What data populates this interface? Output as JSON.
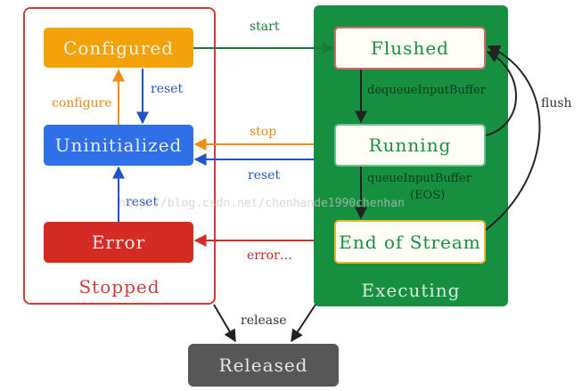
{
  "panels": {
    "stopped": "Stopped",
    "executing": "Executing"
  },
  "states": {
    "configured": "Configured",
    "uninitialized": "Uninitialized",
    "error": "Error",
    "flushed": "Flushed",
    "running": "Running",
    "end_of_stream": "End of Stream",
    "released": "Released"
  },
  "transitions": {
    "start": "start",
    "configure": "configure",
    "reset_configured": "reset",
    "stop": "stop",
    "reset_executing": "reset",
    "reset_error": "reset",
    "error": "error…",
    "release": "release",
    "flush": "flush",
    "dequeue_output": "dequeueInputBuffer",
    "dequeue_input": "queueInputBuffer",
    "eos_flag": "(EOS)"
  },
  "watermark": "http://blog.csdn.net/chenhande1990chenhan",
  "colors": {
    "stopped_border": "#d33a3a",
    "executing_bg": "#169040",
    "configured": "#f4a20c",
    "uninitialized": "#2f6fe8",
    "error": "#d52b25",
    "released": "#575757"
  }
}
